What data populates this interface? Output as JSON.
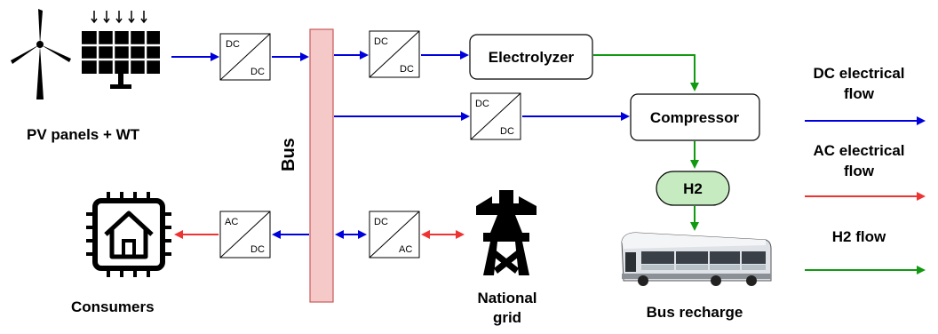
{
  "labels": {
    "pv_wt": "PV panels + WT",
    "bus": "Bus",
    "consumers": "Consumers",
    "national_grid_line1": "National",
    "national_grid_line2": "grid",
    "bus_recharge": "Bus recharge",
    "electrolyzer": "Electrolyzer",
    "compressor": "Compressor",
    "h2": "H2"
  },
  "converters": {
    "dc": "DC",
    "ac": "AC"
  },
  "legend": {
    "dc_line1": "DC electrical",
    "dc_line2": "flow",
    "ac_line1": "AC electrical",
    "ac_line2": "flow",
    "h2": "H2 flow"
  },
  "colors": {
    "dc_flow": "#0000dd",
    "ac_flow": "#ee3333",
    "h2_flow": "#119911",
    "bus_fill": "#f6c9c9",
    "bus_stroke": "#c85a5a",
    "h2_fill": "#c6ebc0"
  },
  "icons": [
    "wind-turbine-icon",
    "solar-panel-icon",
    "house-chip-icon",
    "transmission-tower-icon",
    "bus-vehicle-icon"
  ]
}
